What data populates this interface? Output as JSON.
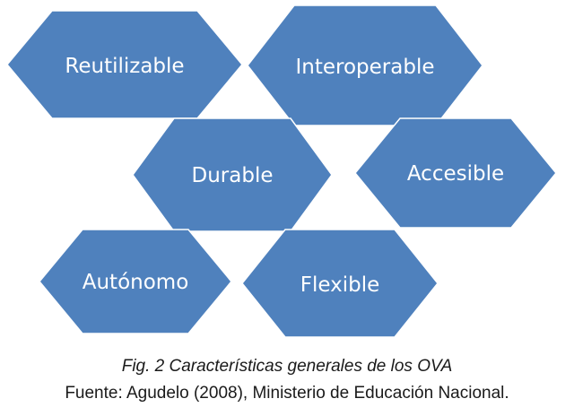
{
  "diagram": {
    "nodes": [
      {
        "label": "Reutilizable"
      },
      {
        "label": "Interoperable"
      },
      {
        "label": "Durable"
      },
      {
        "label": "Accesible"
      },
      {
        "label": "Autónomo"
      },
      {
        "label": "Flexible"
      }
    ],
    "colors": {
      "hex_fill": "#4f81bd",
      "text": "#ffffff"
    }
  },
  "caption": {
    "title": "Fig. 2 Características generales de los OVA",
    "source": "Fuente: Agudelo (2008), Ministerio de Educación Nacional."
  }
}
